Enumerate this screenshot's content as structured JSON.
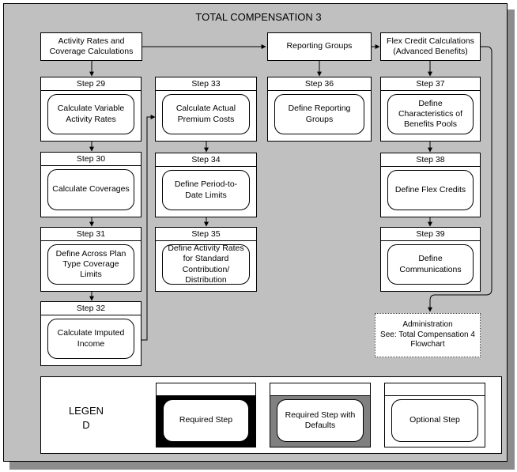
{
  "title": "TOTAL COMPENSATION 3",
  "top_boxes": {
    "activity_rates": "Activity Rates and Coverage Calculations",
    "reporting_groups": "Reporting Groups",
    "flex_credit": "Flex Credit Calculations (Advanced Benefits)"
  },
  "steps": [
    {
      "id": "29",
      "header": "Step 29",
      "label": "Calculate Variable Activity Rates"
    },
    {
      "id": "30",
      "header": "Step 30",
      "label": "Calculate Coverages"
    },
    {
      "id": "31",
      "header": "Step 31",
      "label": "Define Across Plan Type Coverage Limits"
    },
    {
      "id": "32",
      "header": "Step 32",
      "label": "Calculate Imputed Income"
    },
    {
      "id": "33",
      "header": "Step 33",
      "label": "Calculate Actual Premium Costs"
    },
    {
      "id": "34",
      "header": "Step 34",
      "label": "Define Period-to-Date Limits"
    },
    {
      "id": "35",
      "header": "Step 35",
      "label": "Define Activity Rates for Standard Contribution/ Distribution"
    },
    {
      "id": "36",
      "header": "Step 36",
      "label": "Define Reporting Groups"
    },
    {
      "id": "37",
      "header": "Step 37",
      "label": "Define Characteristics of Benefits Pools"
    },
    {
      "id": "38",
      "header": "Step 38",
      "label": "Define Flex Credits"
    },
    {
      "id": "39",
      "header": "Step 39",
      "label": "Define Communications"
    }
  ],
  "administration": {
    "line1": "Administration",
    "line2": "See: Total Compensation 4",
    "line3": "Flowchart"
  },
  "legend": {
    "title_line1": "LEGEN",
    "title_line2": "D",
    "required": "Required Step",
    "required_defaults": "Required Step with Defaults",
    "optional": "Optional Step"
  },
  "colors": {
    "panel": "#c0c0c0",
    "shadow": "#8c8c8c",
    "required_fill": "#000000",
    "defaults_fill": "#808080"
  }
}
